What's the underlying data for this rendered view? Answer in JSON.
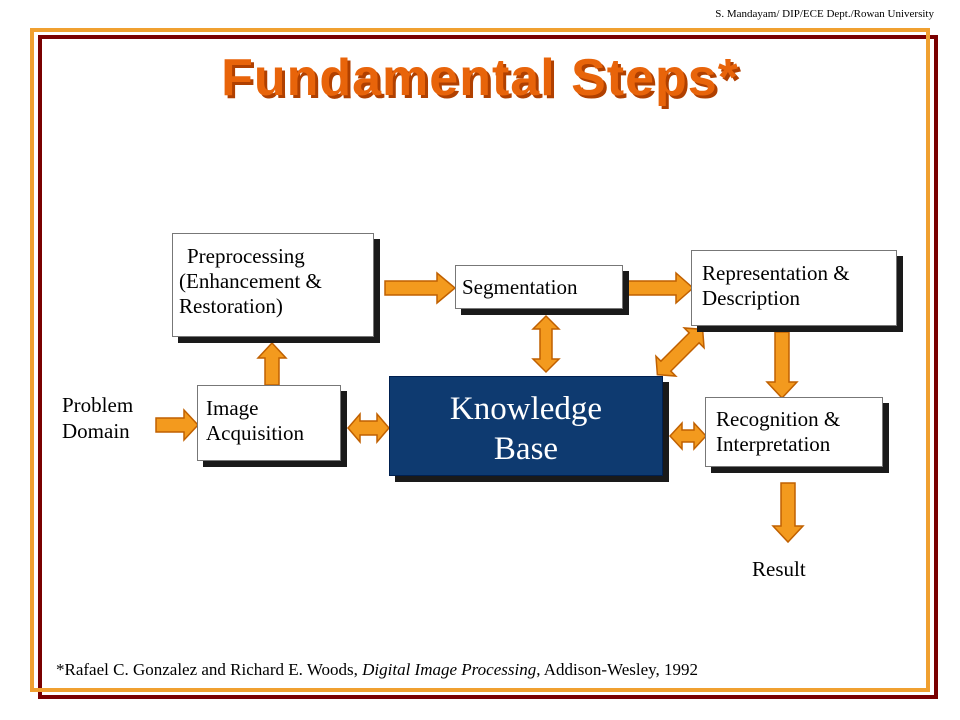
{
  "header": {
    "credit": "S. Mandayam/ DIP/ECE Dept./Rowan University"
  },
  "title": "Fundamental Steps*",
  "nodes": {
    "preprocessing": [
      "Preprocessing",
      "(Enhancement &",
      "Restoration)"
    ],
    "segmentation": [
      "Segmentation"
    ],
    "representation": [
      "Representation &",
      "Description"
    ],
    "image_acquisition": [
      "Image",
      "Acquisition"
    ],
    "knowledge_base": [
      "Knowledge",
      "Base"
    ],
    "recognition": [
      "Recognition &",
      "Interpretation"
    ]
  },
  "labels": {
    "problem_domain": [
      "Problem",
      "Domain"
    ],
    "result": "Result"
  },
  "footnote": {
    "prefix": "*Rafael  C. Gonzalez and Richard E. Woods, ",
    "book": "Digital Image Processing",
    "suffix": ", Addison-Wesley, 1992"
  },
  "colors": {
    "arrow_fill": "#f39a1e",
    "arrow_stroke": "#c06000",
    "knowledge_base_fill": "#0e3a70",
    "title": "#e8640a",
    "frame_outer": "#7a0000",
    "frame_inner": "#f0a030"
  }
}
